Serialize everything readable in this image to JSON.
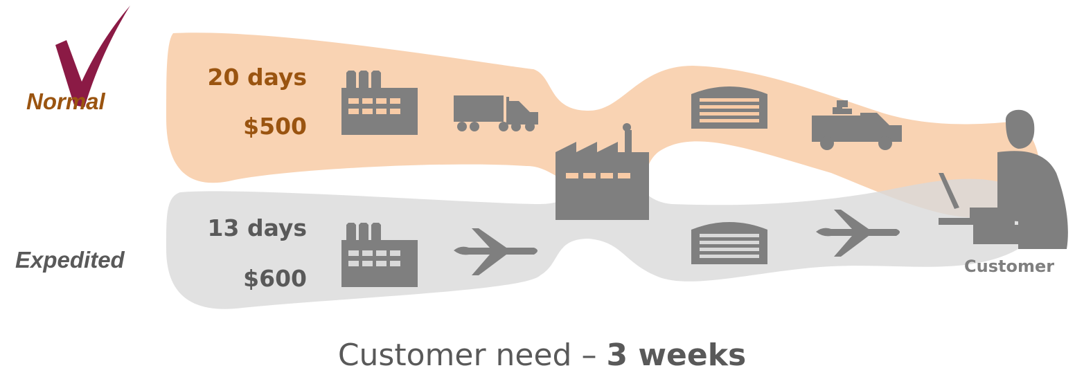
{
  "routes": {
    "normal": {
      "name": "Normal",
      "days": "20 days",
      "cost": "$500",
      "color": "#9a5410",
      "band_color": "#f8cba6",
      "selected": true
    },
    "expedited": {
      "name": "Expedited",
      "days": "13 days",
      "cost": "$600",
      "color": "#595959",
      "band_color": "#d9d9d9"
    }
  },
  "customer": {
    "label": "Customer"
  },
  "caption": {
    "prefix": "Customer need – ",
    "emphasis": "3 weeks"
  },
  "icons": {
    "normal": [
      "supplier-factory-icon",
      "truck-icon",
      "warehouse-icon",
      "pickup-truck-icon"
    ],
    "shared": [
      "manufacturing-plant-icon",
      "customer-person-icon"
    ],
    "expedited": [
      "supplier-factory-icon",
      "airplane-icon",
      "warehouse-icon",
      "airplane-icon"
    ]
  },
  "colors": {
    "icon": "#7f7f7f",
    "check": "#8b1a45"
  }
}
